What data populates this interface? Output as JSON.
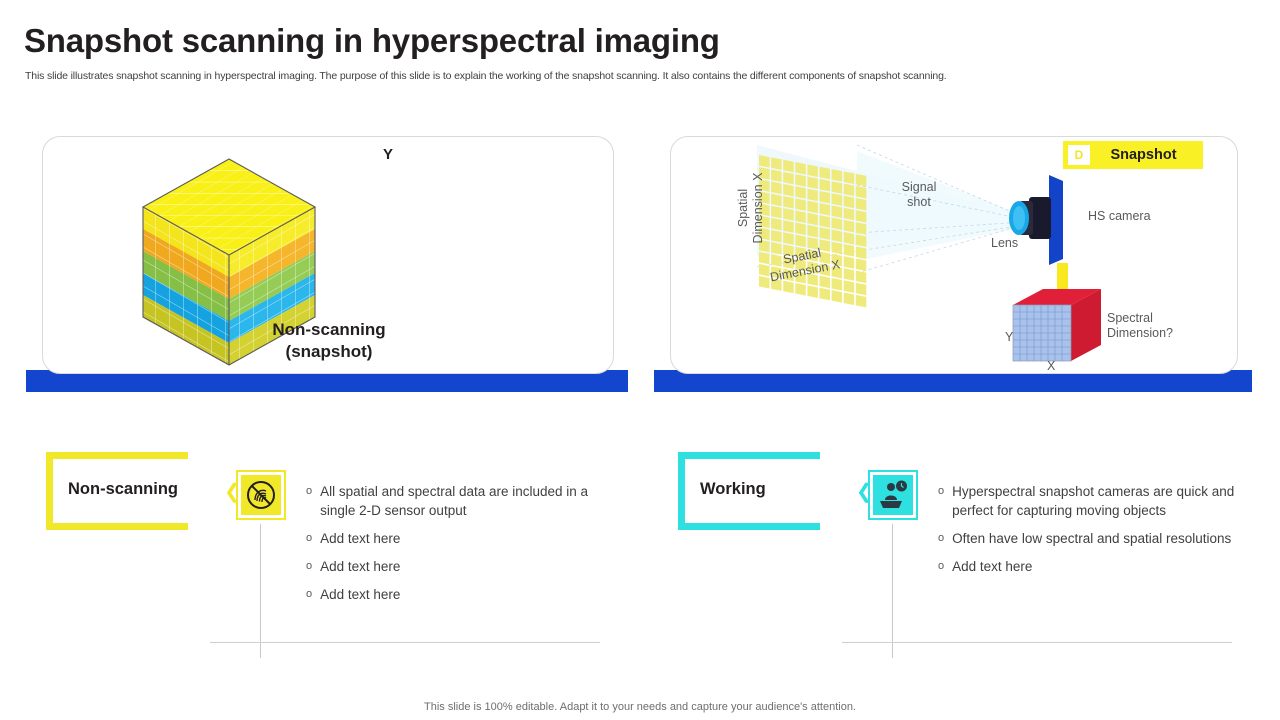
{
  "header": {
    "title": "Snapshot scanning in hyperspectral imaging",
    "subtitle": "This slide illustrates snapshot scanning in hyperspectral imaging. The purpose of this slide is to explain the working of the snapshot scanning. It also contains the different components of snapshot scanning."
  },
  "colors": {
    "blue_bar": "#1345cf",
    "yellow": "#f9f125",
    "cyan": "#2ee0e0",
    "cube_top": "#f7ec1e",
    "cube_layer_orange": "#f7a81b",
    "cube_layer_green": "#8cc63f",
    "cube_layer_blue": "#16a9e8",
    "cube_layer_olive": "#c8c820",
    "small_cube_red": "#e02038",
    "small_cube_blue": "#9db8e8",
    "camera_blue": "#1243c8",
    "camera_lens": "#1aa7e8"
  },
  "left_diagram": {
    "axis_label_y": "Y",
    "caption_line1": "Non-scanning",
    "caption_line2": "(snapshot)"
  },
  "right_diagram": {
    "badge_letter": "D",
    "badge_title": "Snapshot",
    "spatial_vertical": "Spatial\nDimension X",
    "spatial_vertical_line1": "Spatial",
    "spatial_vertical_line2": "Dimension X",
    "spatial_horizontal_line1": "Spatial",
    "spatial_horizontal_line2": "Dimension X",
    "signal_line1": "Signal",
    "signal_line2": "shot",
    "lens_label": "Lens",
    "camera_label": "HS camera",
    "spectral_line1": "Spectral",
    "spectral_line2": "Dimension?",
    "cube_axis_y": "Y",
    "cube_axis_x": "X"
  },
  "sections": [
    {
      "id": "non-scanning",
      "category": "Non-scanning",
      "accent": "#f2e82a",
      "icon": "no-scan-icon",
      "bullet_marker": "o",
      "bullets": [
        "All spatial and spectral data are included in a single 2-D sensor output",
        "Add text here",
        "Add text here",
        "Add text here"
      ]
    },
    {
      "id": "working",
      "category": "Working",
      "accent": "#2ee0e0",
      "icon": "person-desk-clock-icon",
      "bullet_marker": "o",
      "bullets": [
        "Hyperspectral snapshot cameras are quick and perfect for capturing moving objects",
        "Often have low spectral and spatial resolutions",
        "Add text here"
      ]
    }
  ],
  "footer": {
    "note": "This slide is 100% editable. Adapt it to your needs and capture your audience's attention."
  }
}
